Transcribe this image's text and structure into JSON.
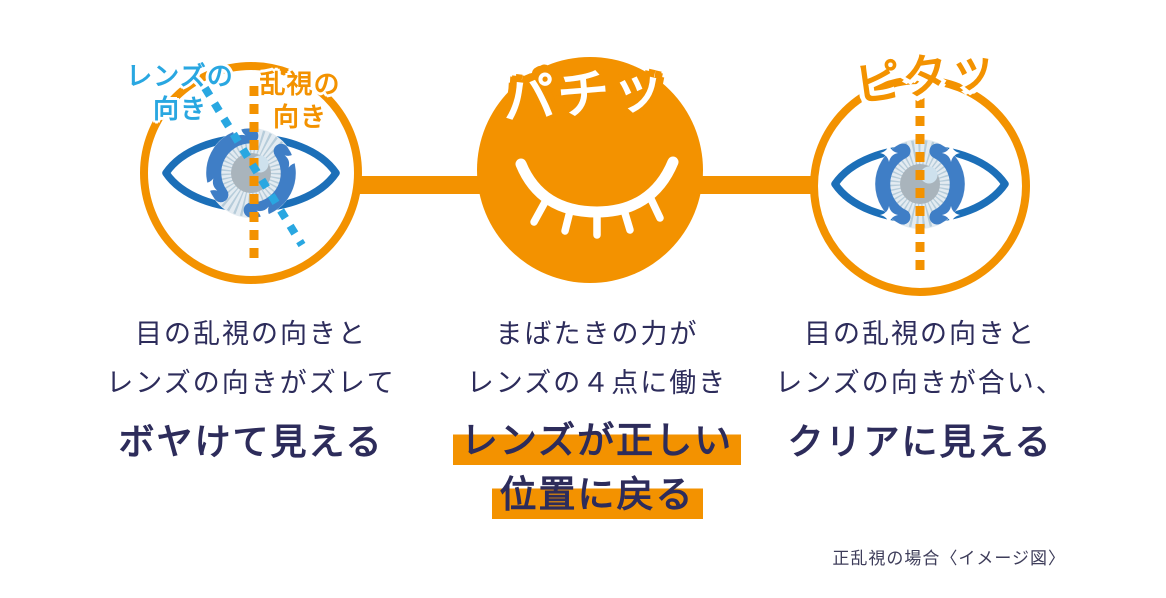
{
  "colors": {
    "orange": "#F39200",
    "label_blue": "#29A7E1",
    "eye_outline_blue": "#1C6FB8",
    "text_navy": "#2D2C5B"
  },
  "icons": {
    "left": "eye-with-tilted-lens-icon",
    "middle": "closed-eye-blink-icon",
    "right": "eye-with-aligned-lens-icon"
  },
  "panels": [
    {
      "lens_axis_label": [
        "レンズの",
        "向き"
      ],
      "astig_axis_label": [
        "乱視の",
        "向き"
      ],
      "desc_lines": [
        "目の乱視の向きと",
        "レンズの向きがズレて"
      ],
      "result": "ボヤけて見える"
    },
    {
      "sound": "パチッ",
      "desc_lines": [
        "まばたきの力が",
        "レンズの４点に働き"
      ],
      "result_lines": [
        "レンズが正しい",
        "位置に戻る"
      ]
    },
    {
      "sound": "ピタッ",
      "desc_lines": [
        "目の乱視の向きと",
        "レンズの向きが合い、"
      ],
      "result": "クリアに見える"
    }
  ],
  "footnote": "正乱視の場合〈イメージ図〉"
}
